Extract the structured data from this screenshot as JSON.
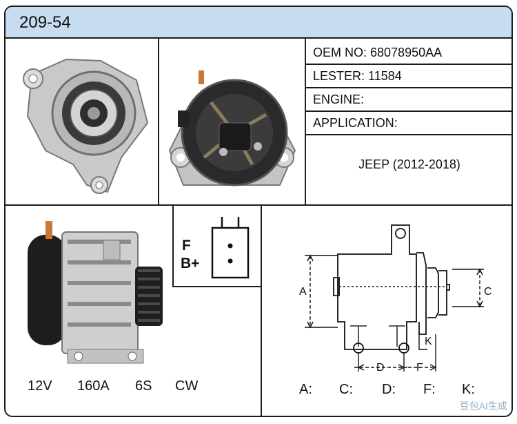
{
  "header": {
    "title": "209-54"
  },
  "specs": [
    {
      "label": "OEM NO:",
      "value": "68078950AA"
    },
    {
      "label": "LESTER:",
      "value": "11584"
    },
    {
      "label": "ENGINE:",
      "value": ""
    },
    {
      "label": "APPLICATION:",
      "value": ""
    }
  ],
  "application": "JEEP (2012-2018)",
  "ratings": {
    "voltage": "12V",
    "amperage": "160A",
    "pulley": "6S",
    "rotation": "CW"
  },
  "terminals": {
    "f": "F",
    "b_plus": "B+"
  },
  "dimension_markers": {
    "a": "A",
    "c": "C",
    "d": "D",
    "f": "F",
    "k": "K"
  },
  "dimension_labels": [
    "A:",
    "C:",
    "D:",
    "F:",
    "K:"
  ],
  "watermark": "豆包AI生成",
  "colors": {
    "header_bg": "#c7dcf0",
    "border": "#1c1c1c"
  }
}
